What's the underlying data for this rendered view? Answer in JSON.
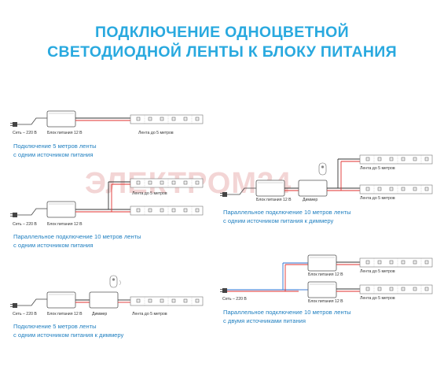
{
  "title": {
    "line1": "ПОДКЛЮЧЕНИЕ ОДНОЦВЕТНОЙ",
    "line2": "СВЕТОДИОДНОЙ ЛЕНТЫ К БЛОКУ ПИТАНИЯ"
  },
  "watermark": "ЭЛЕКТРОМ24",
  "labels": {
    "mains": "Сеть – 220 В",
    "psu": "Блок питания 12 В",
    "strip": "Лента до 5 метров",
    "dimmer": "Диммер"
  },
  "diagrams": [
    {
      "caption1": "Подключение 5 метров ленты",
      "caption2": "с одним источником питания"
    },
    {
      "caption1": "Параллельное подключение 10 метров ленты",
      "caption2": "с одним источником питания"
    },
    {
      "caption1": "Подключение 5 метров ленты",
      "caption2": "с одним источником питания к диммеру"
    },
    {
      "caption1": "Параллельное подключение 10 метров ленты",
      "caption2": "с одним источником питания к диммеру"
    },
    {
      "caption1": "Параллельное подключение 10 метров ленты",
      "caption2": "с двумя источниками питания"
    }
  ],
  "colors": {
    "accent": "#29a9df",
    "wire_red": "#e0322f",
    "wire_blue": "#2a6fd0",
    "wire_black": "#333333",
    "device_stroke": "#555555"
  }
}
